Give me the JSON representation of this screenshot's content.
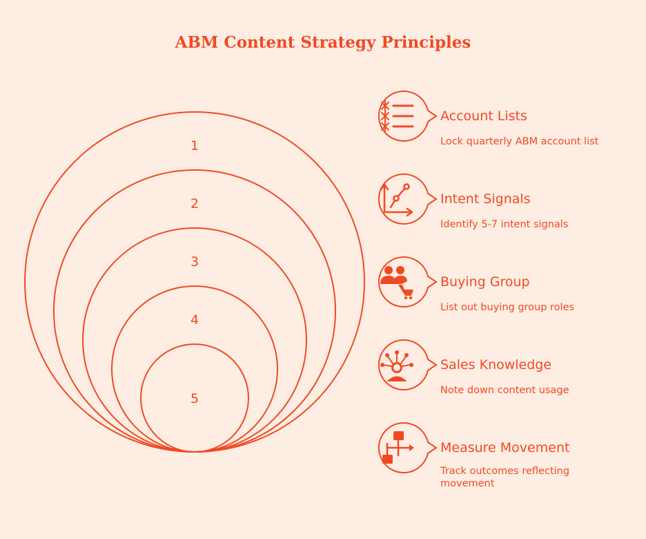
{
  "title": "ABM Content Strategy Principles",
  "accent_color": "#F04A23",
  "background_color": "#FDEDE3",
  "levels": [
    "1",
    "2",
    "3",
    "4",
    "5"
  ],
  "items": [
    {
      "heading": "Account Lists",
      "description": "Lock quarterly ABM account list",
      "icon": "list-icon"
    },
    {
      "heading": "Intent Signals",
      "description": "Identify 5-7 intent signals",
      "icon": "trend-chart-icon"
    },
    {
      "heading": "Buying Group",
      "description": "List out buying group roles",
      "icon": "people-cart-icon"
    },
    {
      "heading": "Sales Knowledge",
      "description": "Note down content usage",
      "icon": "person-idea-icon"
    },
    {
      "heading": "Measure Movement",
      "description": "Track outcomes reflecting movement",
      "icon": "flowchart-icon"
    }
  ]
}
